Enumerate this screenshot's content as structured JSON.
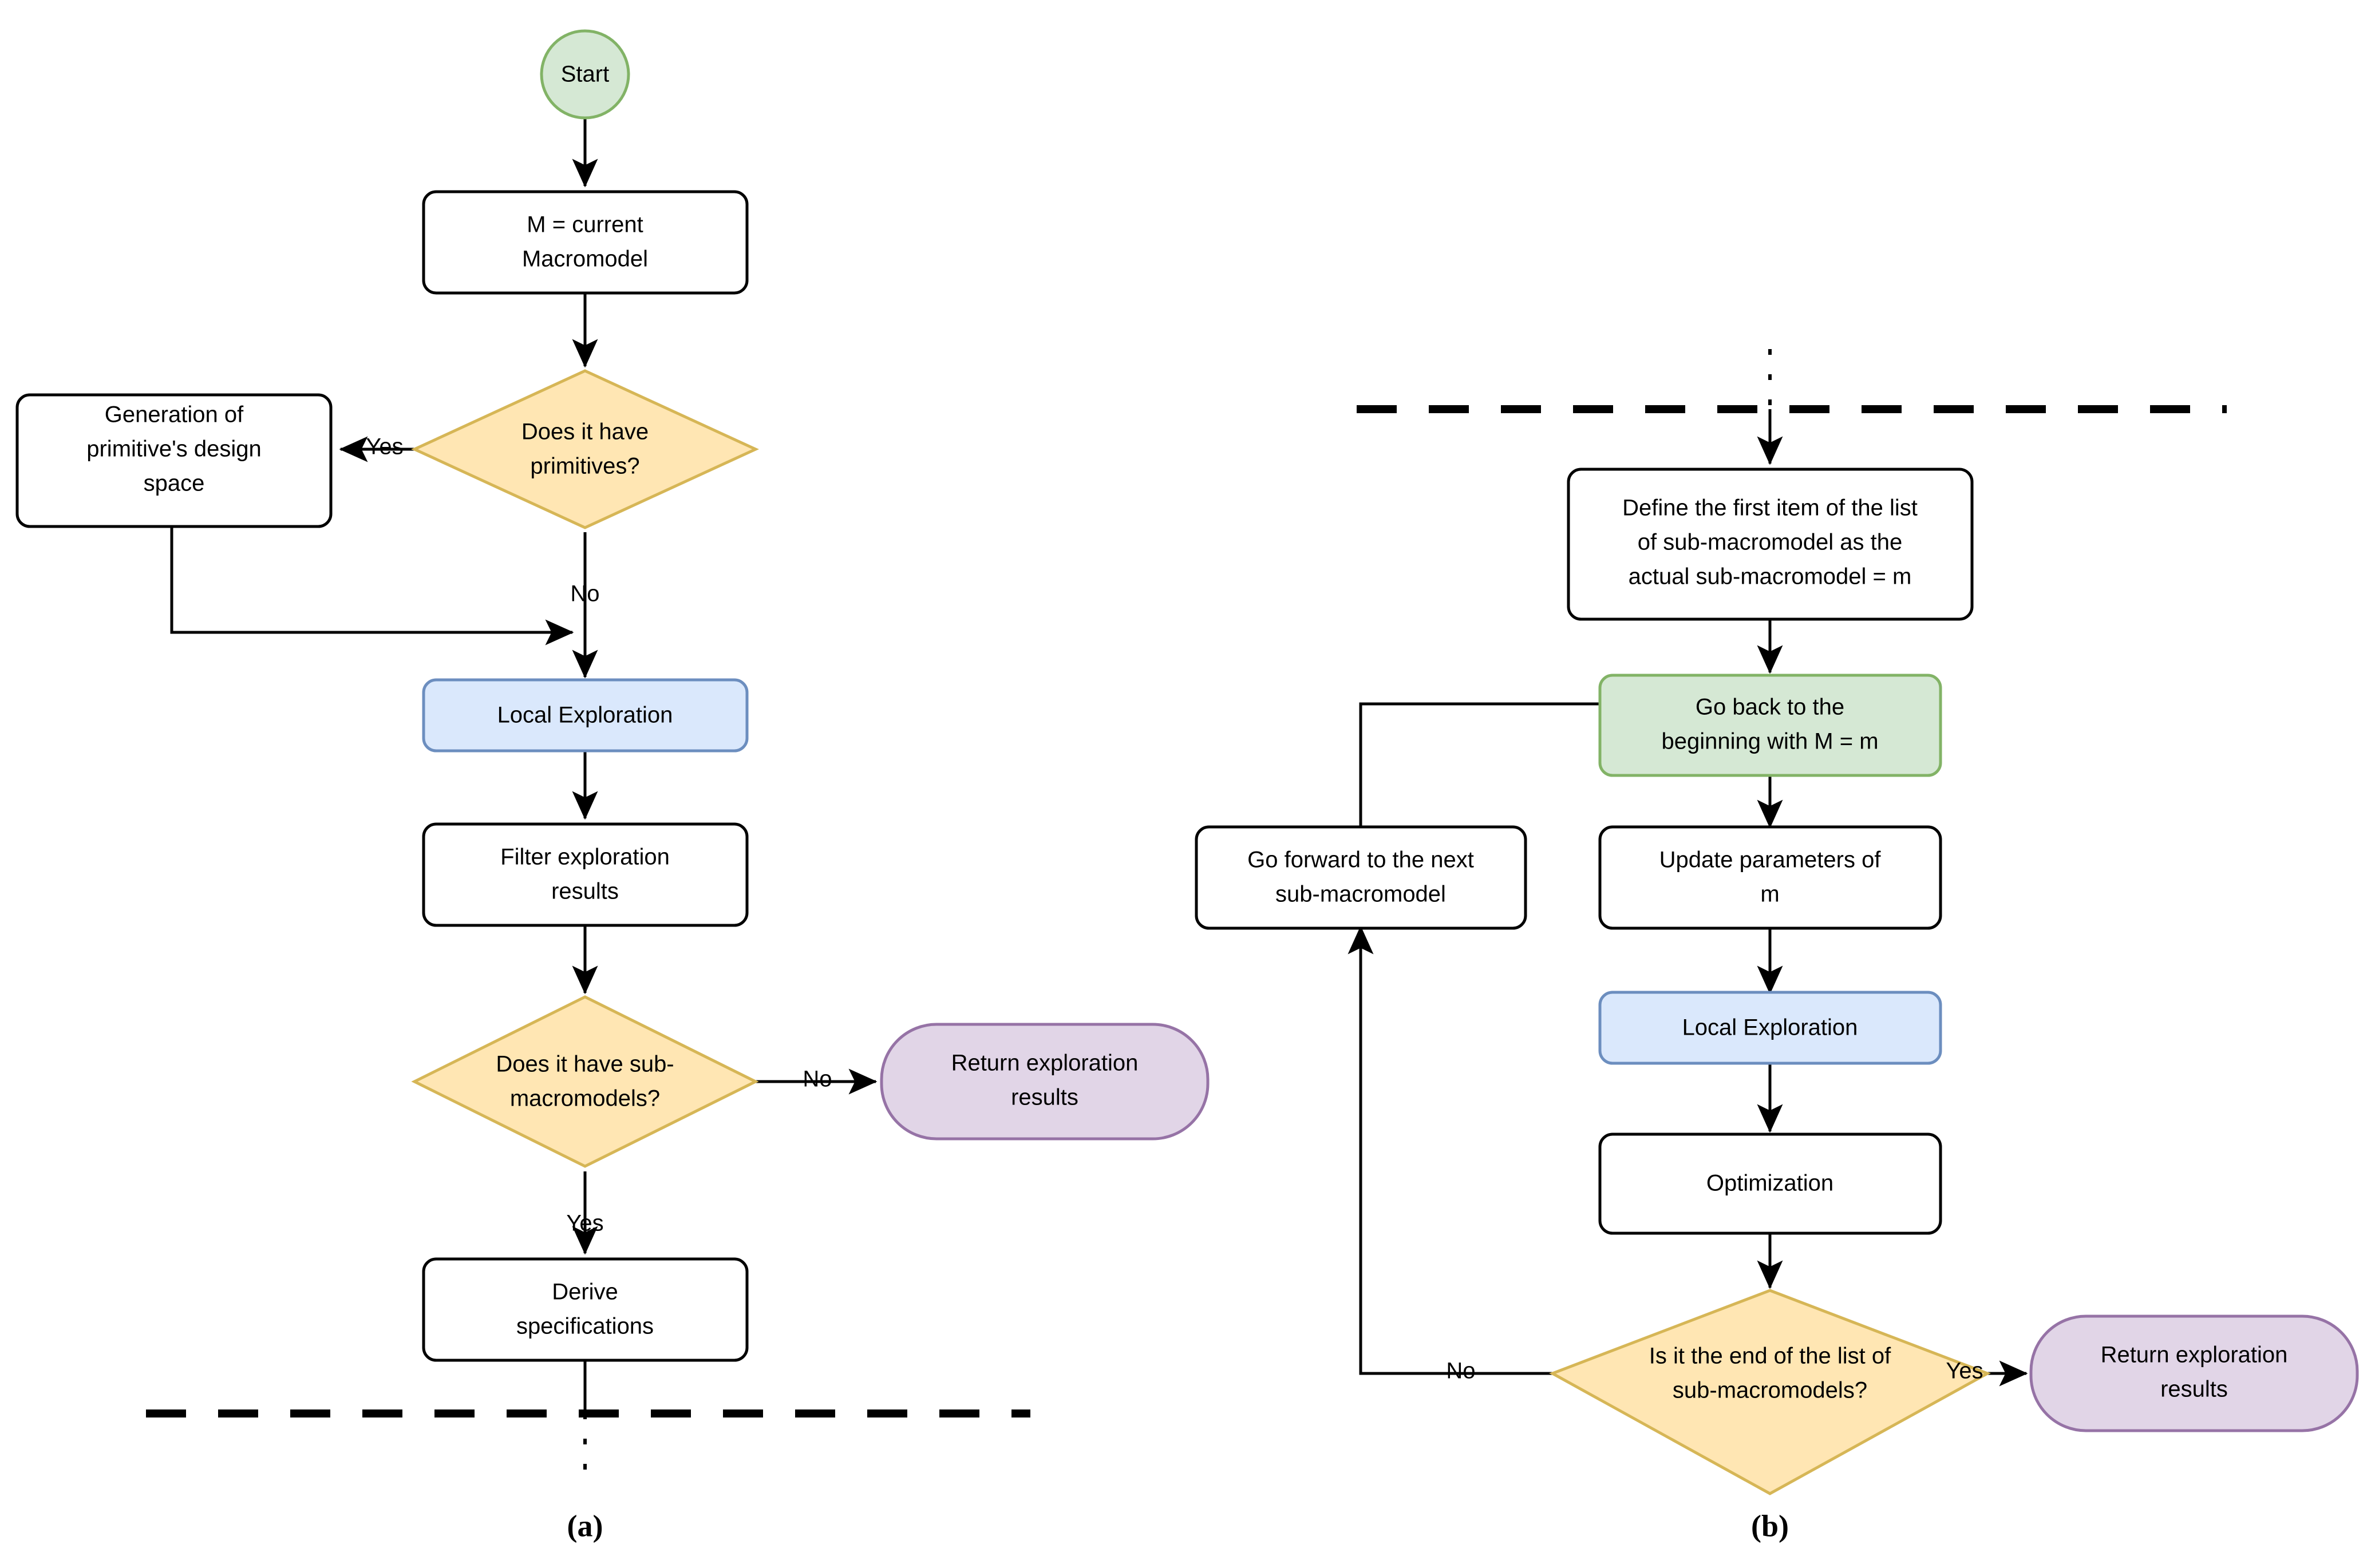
{
  "figure": {
    "panels": [
      {
        "id": "a",
        "label": "(a)"
      },
      {
        "id": "b",
        "label": "(b)"
      }
    ]
  },
  "colors": {
    "start_fill": "#d5e8d4",
    "start_stroke": "#82b366",
    "decision_fill": "#ffe6b3",
    "decision_stroke": "#d6b656",
    "process_fill": "#ffffff",
    "process_stroke": "#000000",
    "highlight_blue_fill": "#dae8fc",
    "highlight_blue_stroke": "#6c8ebf",
    "terminal_purple_fill": "#e1d5e7",
    "terminal_purple_stroke": "#9673a6"
  },
  "panel_a": {
    "nodes": {
      "start": {
        "label": "Start",
        "shape": "circle",
        "style": "green"
      },
      "current_macromodel": {
        "label_lines": [
          "M = current",
          "Macromodel"
        ],
        "shape": "rounded-rect",
        "style": "plain"
      },
      "has_primitives": {
        "label_lines": [
          "Does it have",
          "primitives?"
        ],
        "shape": "diamond",
        "style": "yellow"
      },
      "generation_design_space": {
        "label_lines": [
          "Generation of",
          "primitive's design",
          "space"
        ],
        "shape": "rounded-rect",
        "style": "plain"
      },
      "local_exploration": {
        "label_lines": [
          "Local Exploration"
        ],
        "shape": "rounded-rect",
        "style": "blue"
      },
      "filter_results": {
        "label_lines": [
          "Filter exploration",
          "results"
        ],
        "shape": "rounded-rect",
        "style": "plain"
      },
      "has_sub_macromodels": {
        "label_lines": [
          "Does it have sub-",
          "macromodels?"
        ],
        "shape": "diamond",
        "style": "yellow"
      },
      "return_results": {
        "label_lines": [
          "Return exploration",
          "results"
        ],
        "shape": "stadium",
        "style": "purple"
      },
      "derive_specs": {
        "label_lines": [
          "Derive",
          "specifications"
        ],
        "shape": "rounded-rect",
        "style": "plain"
      }
    },
    "edge_labels": {
      "primitives_yes": "Yes",
      "primitives_no": "No",
      "sub_macromodels_no": "No",
      "sub_macromodels_yes": "Yes"
    }
  },
  "panel_b": {
    "nodes": {
      "define_first_item": {
        "label_lines": [
          "Define the first item of the list",
          "of sub-macromodel as the",
          "actual sub-macromodel = m"
        ],
        "shape": "rounded-rect",
        "style": "plain"
      },
      "go_back_beginning": {
        "label_lines": [
          "Go back to the",
          "beginning with M = m"
        ],
        "shape": "rounded-rect",
        "style": "green"
      },
      "update_parameters": {
        "label_lines": [
          "Update parameters of",
          "m"
        ],
        "shape": "rounded-rect",
        "style": "plain"
      },
      "local_exploration": {
        "label_lines": [
          "Local Exploration"
        ],
        "shape": "rounded-rect",
        "style": "blue"
      },
      "optimization": {
        "label_lines": [
          "Optimization"
        ],
        "shape": "rounded-rect",
        "style": "plain"
      },
      "end_of_list": {
        "label_lines": [
          "Is it the end of the list of",
          "sub-macromodels?"
        ],
        "shape": "diamond",
        "style": "yellow"
      },
      "return_results": {
        "label_lines": [
          "Return exploration",
          "results"
        ],
        "shape": "stadium",
        "style": "purple"
      },
      "go_forward_next": {
        "label_lines": [
          "Go forward to the next",
          "sub-macromodel"
        ],
        "shape": "rounded-rect",
        "style": "plain"
      }
    },
    "edge_labels": {
      "end_of_list_no": "No",
      "end_of_list_yes": "Yes"
    }
  }
}
